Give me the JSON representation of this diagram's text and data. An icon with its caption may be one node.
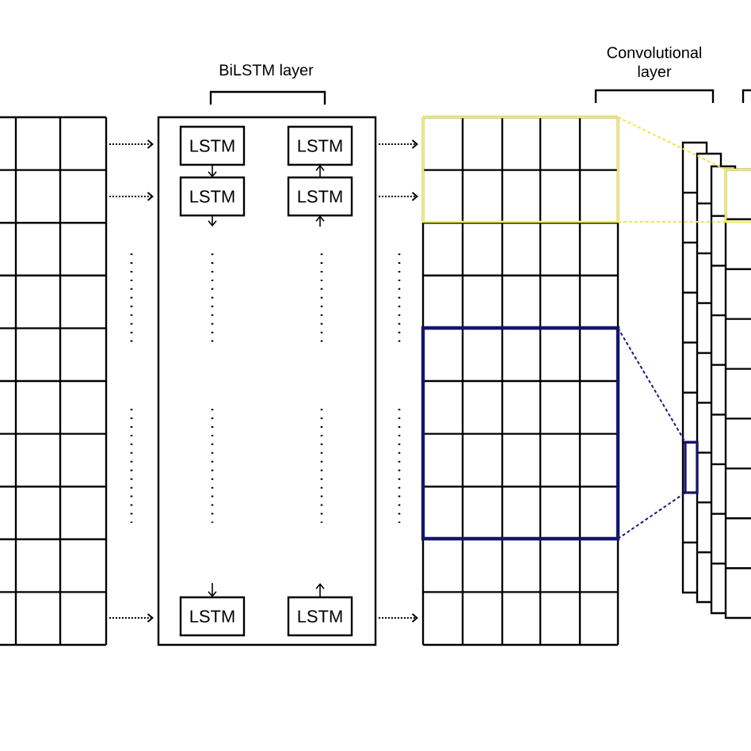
{
  "diagram": {
    "nodes": [
      {
        "text": [],
        "shape": "box"
      },
      {
        "text": [
          "BiLSTM layer"
        ]
      },
      {
        "text": [
          "LSTM"
        ],
        "in": 1
      },
      {
        "text": [
          "LSTM"
        ],
        "in": 1
      },
      {
        "text": [
          "LSTM"
        ],
        "in": 1
      },
      {
        "text": [
          "LSTM"
        ],
        "in": 1
      },
      {
        "text": [
          "LSTM"
        ],
        "in": 1
      },
      {
        "text": [
          "LSTM"
        ],
        "in": 1
      },
      {
        "text": [],
        "shape": "box"
      },
      {
        "text": [],
        "shape": "box",
        "in": 8
      },
      {
        "text": [],
        "shape": "box",
        "in": 8
      },
      {
        "text": [],
        "shape": "box"
      },
      {
        "text": [],
        "shape": "box",
        "in": 11
      },
      {
        "text": [],
        "shape": "box"
      }
    ],
    "edges": [
      {
        "from": 0,
        "to": 1,
        "arrow": "to",
        "style": "dashed"
      },
      {
        "from": 0,
        "to": 1,
        "arrow": "to",
        "style": "dashed"
      },
      {
        "from": 0,
        "to": 1,
        "arrow": "to",
        "style": "dashed"
      },
      {
        "from": 1,
        "to": 8,
        "arrow": "to",
        "style": "dashed"
      },
      {
        "from": 1,
        "to": 8,
        "arrow": "to",
        "style": "dashed"
      },
      {
        "from": 1,
        "to": 8,
        "arrow": "to",
        "style": "dashed"
      },
      {
        "from": 2,
        "to": 4,
        "arrow": "to"
      },
      {
        "from": 4,
        "to": null,
        "arrow": "to"
      },
      {
        "from": null,
        "to": 6,
        "arrow": "to"
      },
      {
        "from": 5,
        "to": 3,
        "arrow": "to"
      },
      {
        "from": null,
        "to": 5,
        "arrow": "to"
      },
      {
        "from": 7,
        "to": null,
        "arrow": "to"
      },
      {
        "from": 9,
        "to": 12,
        "arrow": "none",
        "style": "dashed",
        "color": "#e8e84a"
      },
      {
        "from": 9,
        "to": 12,
        "arrow": "none",
        "style": "dashed",
        "color": "#e8e84a"
      },
      {
        "from": 10,
        "to": 13,
        "arrow": "none",
        "style": "dashed",
        "color": "#1a1a80"
      },
      {
        "from": 10,
        "to": 13,
        "arrow": "none",
        "style": "dashed",
        "color": "#1a1a80"
      }
    ],
    "labels": [
      "Convolutional layer"
    ]
  }
}
